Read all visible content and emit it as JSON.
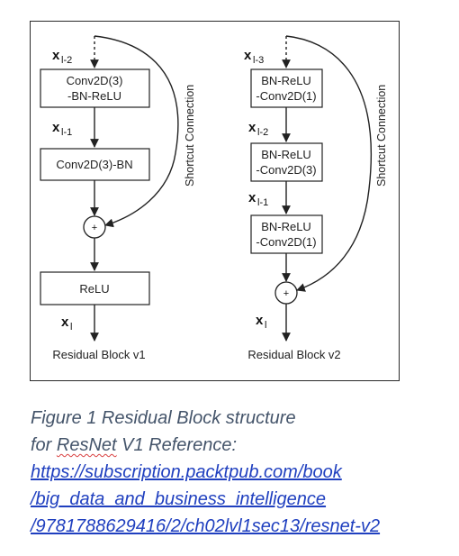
{
  "diagram": {
    "v1": {
      "input_var": "x",
      "input_sub": "l-2",
      "box1_line1": "Conv2D(3)",
      "box1_line2": "-BN-ReLU",
      "mid_var": "x",
      "mid_sub": "l-1",
      "box2_label": "Conv2D(3)-BN",
      "add_symbol": "+",
      "box3_label": "ReLU",
      "output_var": "x",
      "output_sub": "l",
      "shortcut_label": "Shortcut Connection",
      "title": "Residual Block v1"
    },
    "v2": {
      "input_var": "x",
      "input_sub": "l-3",
      "box1_line1": "BN-ReLU",
      "box1_line2": "-Conv2D(1)",
      "var2": "x",
      "var2_sub": "l-2",
      "box2_line1": "BN-ReLU",
      "box2_line2": "-Conv2D(3)",
      "var3": "x",
      "var3_sub": "l-1",
      "box3_line1": "BN-ReLU",
      "box3_line2": "-Conv2D(1)",
      "add_symbol": "+",
      "output_var": "x",
      "output_sub": "l",
      "shortcut_label": "Shortcut Connection",
      "title": "Residual Block v2"
    }
  },
  "caption": {
    "line1": "Figure 1 Residual Block structure",
    "line2_prefix": "for ",
    "line2_word": "ResNet",
    "line2_suffix": " V1 Reference:",
    "link_line1": "https://subscription.packtpub.com/book",
    "link_line2": "/big_data_and_business_intelligence",
    "link_line3": "/9781788629416/2/ch02lvl1sec13/resnet-v2"
  },
  "colors": {
    "caption_text": "#44546a",
    "link": "#1f3fbf",
    "spell_underline": "#d94040",
    "stroke": "#222222"
  }
}
